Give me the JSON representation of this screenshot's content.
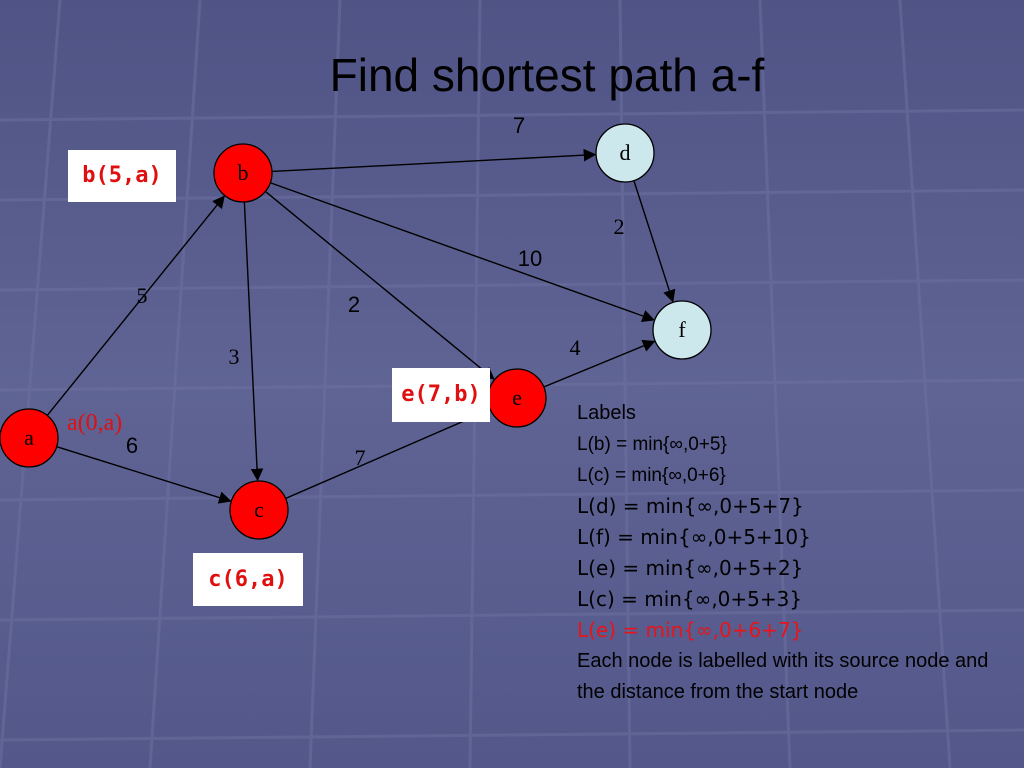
{
  "slide": {
    "title": "Find shortest path a-f"
  },
  "graph": {
    "nodes": [
      {
        "id": "a",
        "label": "a",
        "fill": "#ff0000"
      },
      {
        "id": "b",
        "label": "b",
        "fill": "#ff0000"
      },
      {
        "id": "c",
        "label": "c",
        "fill": "#ff0000"
      },
      {
        "id": "d",
        "label": "d",
        "fill": "#cde8ec"
      },
      {
        "id": "e",
        "label": "e",
        "fill": "#ff0000"
      },
      {
        "id": "f",
        "label": "f",
        "fill": "#cde8ec"
      }
    ],
    "edges": [
      {
        "from": "a",
        "to": "b",
        "weight": "5"
      },
      {
        "from": "a",
        "to": "c",
        "weight": "6"
      },
      {
        "from": "b",
        "to": "d",
        "weight": "7"
      },
      {
        "from": "b",
        "to": "f",
        "weight": "10"
      },
      {
        "from": "b",
        "to": "e",
        "weight": "2"
      },
      {
        "from": "b",
        "to": "c",
        "weight": "3"
      },
      {
        "from": "c",
        "to": "e",
        "weight": "7"
      },
      {
        "from": "d",
        "to": "f",
        "weight": "2"
      },
      {
        "from": "e",
        "to": "f",
        "weight": "4"
      }
    ],
    "start_label": "a(0,a)",
    "tags": {
      "b": "b(5,a)",
      "c": "c(6,a)",
      "e": "e(7,b)"
    }
  },
  "labels_panel": {
    "heading": "Labels",
    "lines": [
      "L(b) = min{∞,0+5}",
      "L(c) = min{∞,0+6}",
      "L(d) = min{∞,0+5+7}",
      "L(f) = min{∞,0+5+10}",
      "L(e) = min{∞,0+5+2}",
      "L(c) = min{∞,0+5+3}",
      "L(e) = min{∞,0+6+7}"
    ],
    "note": "Each node is labelled with its source node and the distance from the start node"
  },
  "colors": {
    "background": "#5a5f8f",
    "visited_node": "#ff0000",
    "unvisited_node": "#cde8ec",
    "highlight_text": "#e8141a"
  }
}
